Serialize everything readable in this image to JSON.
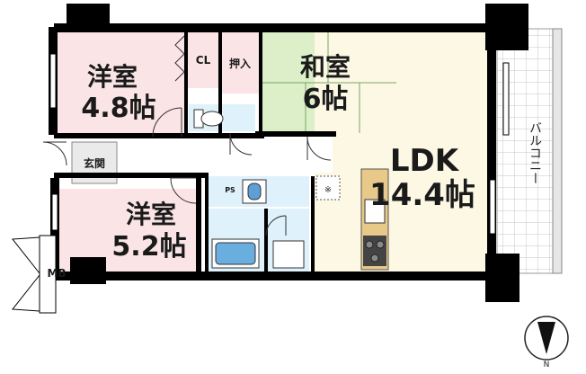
{
  "rooms": {
    "western_room_1": {
      "name": "洋室",
      "size": "4.8帖"
    },
    "japanese_room": {
      "name": "和室",
      "size": "6帖"
    },
    "ldk": {
      "name": "LDK",
      "size": "14.4帖"
    },
    "western_room_2": {
      "name": "洋室",
      "size": "5.2帖"
    }
  },
  "labels": {
    "closet": "CL",
    "oshiire": "押入",
    "entrance": "玄関",
    "balcony": "バルコニー",
    "pipe_space": "PS",
    "meter_box": "MB",
    "north": "N"
  },
  "colors": {
    "western_room": "#fbe4e6",
    "japanese_room": "#dcefc8",
    "ldk": "#fdf8e4",
    "wet_area": "#dff2fb",
    "corridor": "#ffffff",
    "wall": "#000000",
    "balcony_grid": "#bbbbbb",
    "kitchen_counter": "#e9c98a"
  }
}
